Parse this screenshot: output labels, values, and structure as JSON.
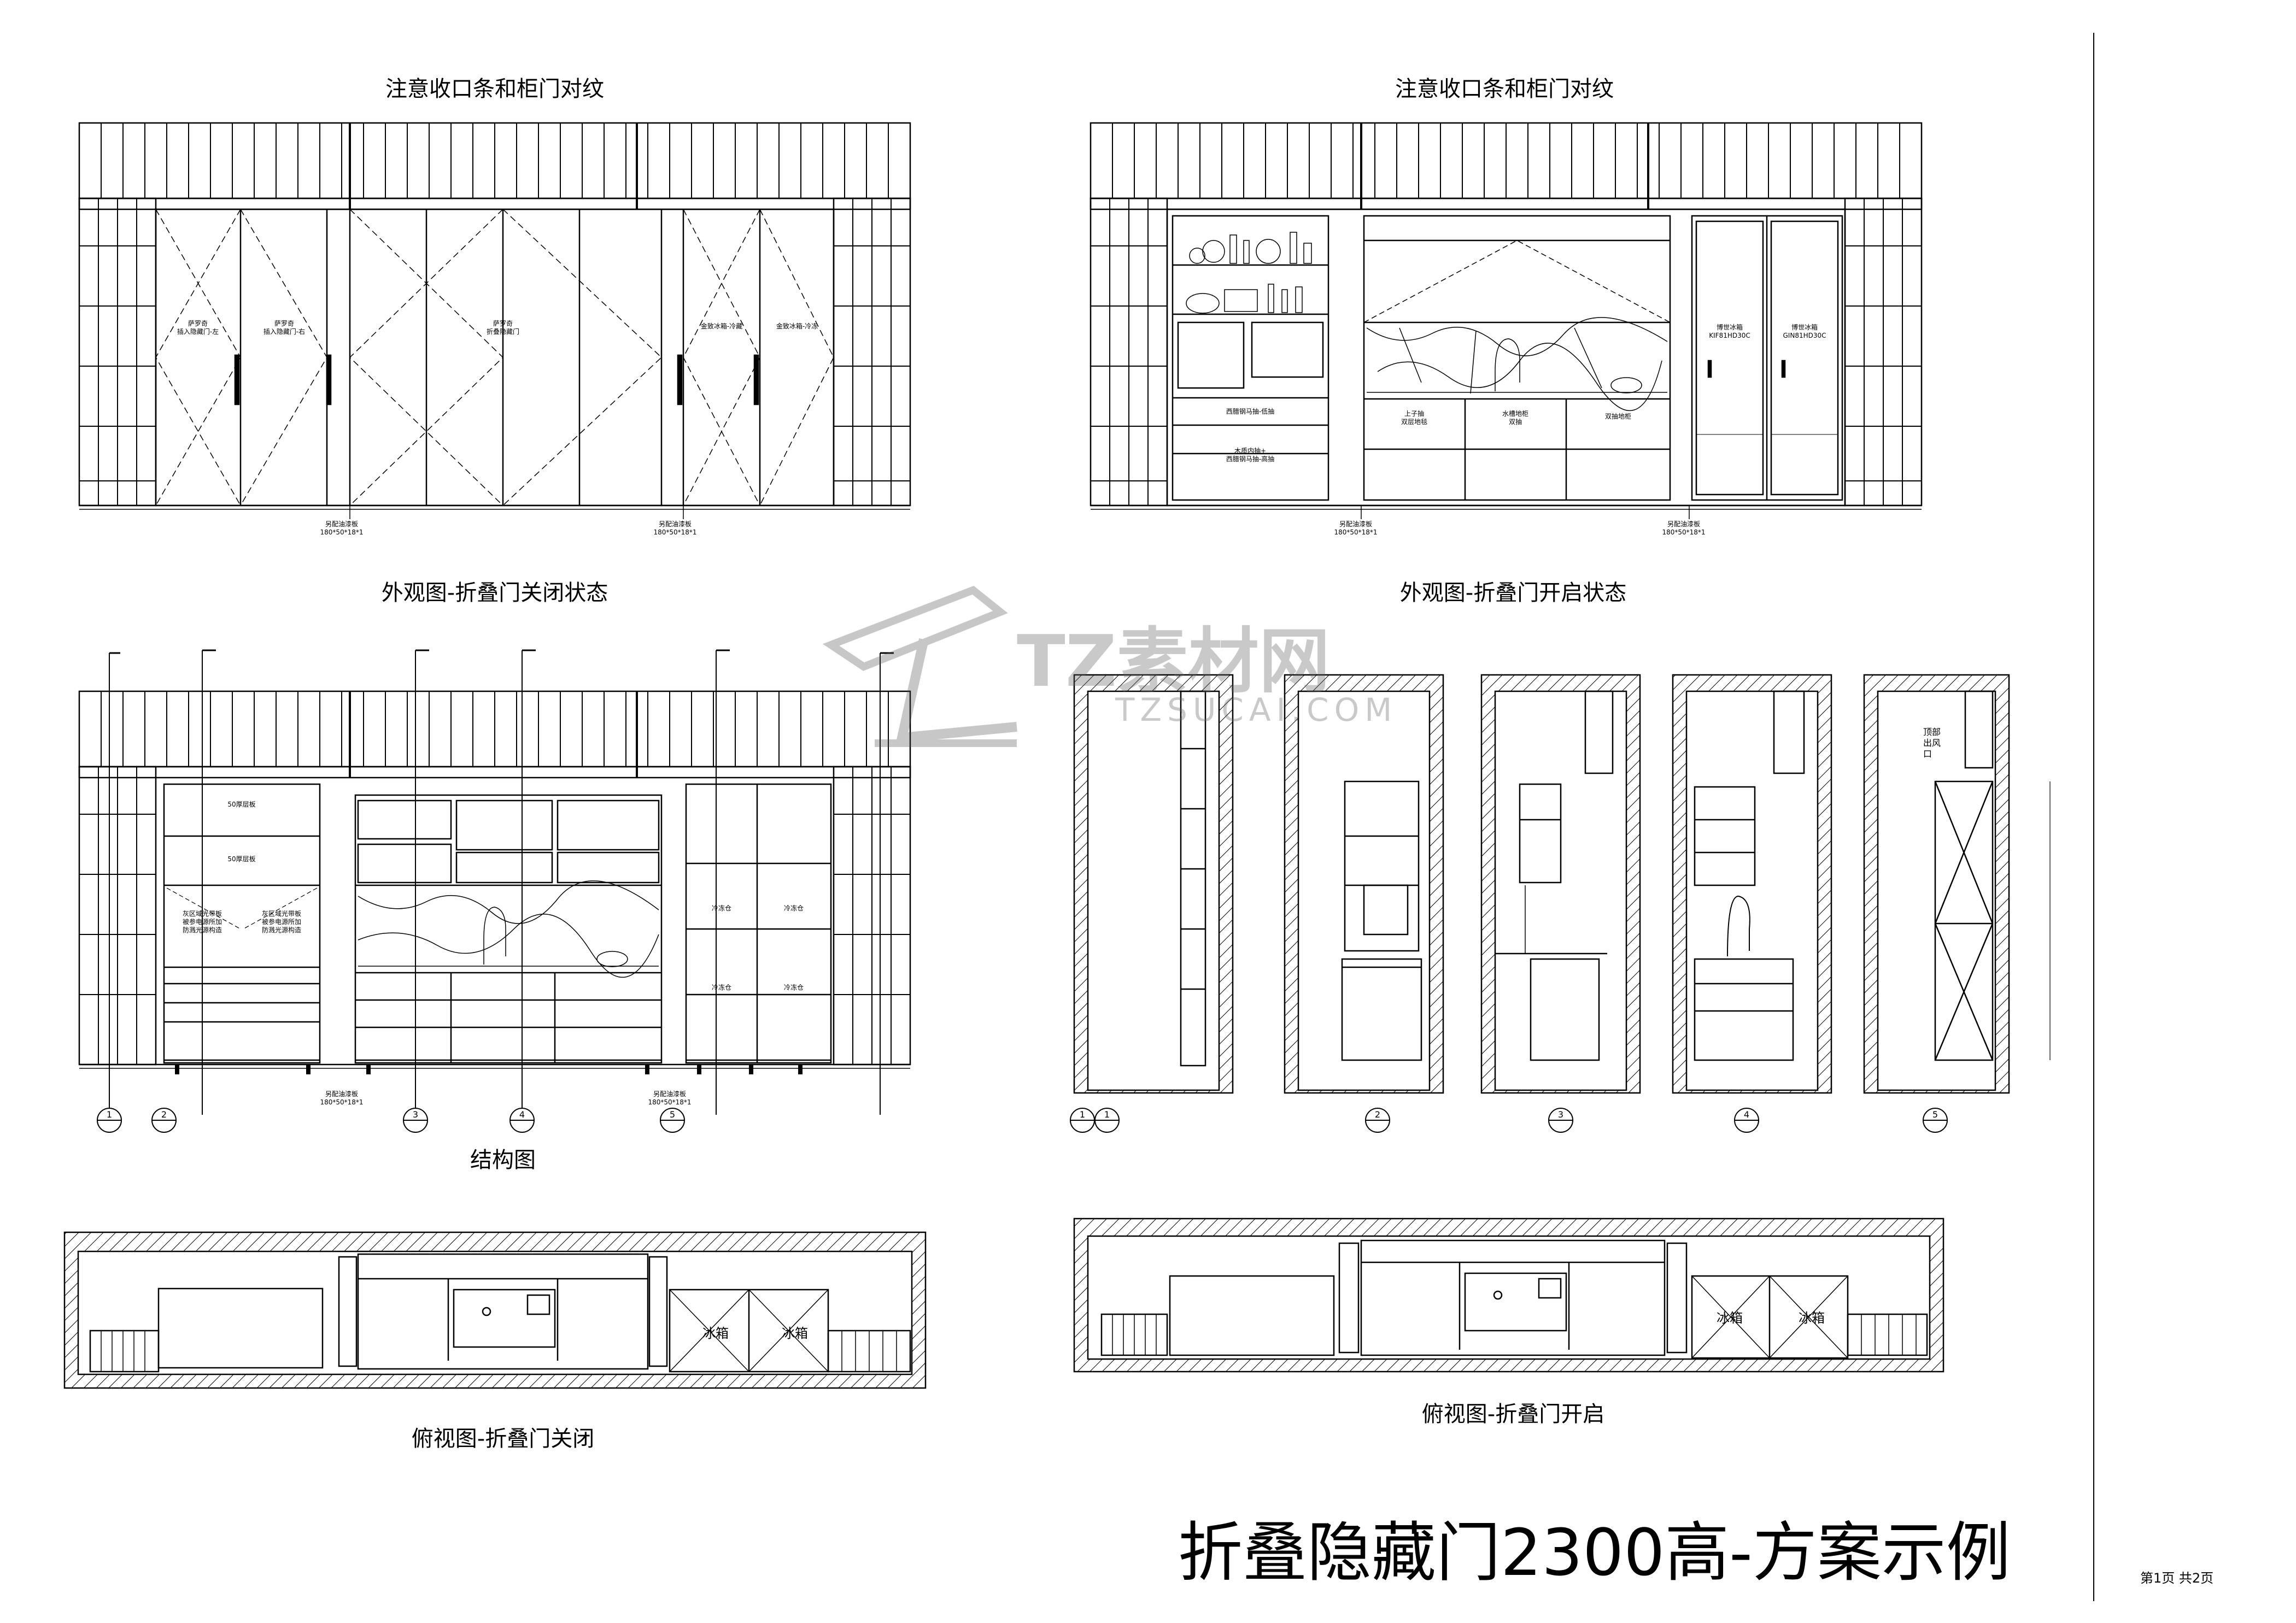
{
  "titles": {
    "note_left": "注意收口条和柜门对纹",
    "note_right": "注意收口条和柜门对纹",
    "closed_elev": "外观图-折叠门关闭状态",
    "open_elev": "外观图-折叠门开启状态",
    "structure": "结构图",
    "plan_closed": "俯视图-折叠门关闭",
    "plan_open": "俯视图-折叠门开启",
    "main": "折叠隐藏门2300高-方案示例",
    "page": "第1页 共2页"
  },
  "door_labels": {
    "left_door_left": [
      "萨罗奇",
      "插入隐藏门-左"
    ],
    "left_door_right": [
      "萨罗奇",
      "插入隐藏门-右"
    ],
    "middle_doors": [
      "萨罗奇",
      "折叠隐藏门"
    ],
    "fridge_left": [
      "金致冰箱-冷藏"
    ],
    "fridge_right": [
      "金致冰箱-冷冻"
    ]
  },
  "open_labels": {
    "drawer_a": "西腊钢马抽-低抽",
    "drawer_b": [
      "木质内抽+",
      "西腊钢马抽-高抽"
    ],
    "sink_a": [
      "上子抽",
      "双层地毯"
    ],
    "sink_b": [
      "水槽地柜",
      "双抽"
    ],
    "sink_c": "双抽地柜",
    "fridge_a": [
      "博世冰箱",
      "KIF81HD30C"
    ],
    "fridge_b": [
      "博世冰箱",
      "GIN81HD30C"
    ]
  },
  "strip_notes": [
    "另配油漆板",
    "180*50*18*1"
  ],
  "structure_labels": {
    "shelf1": "50厚层板",
    "shelf2": "50厚层板",
    "lamp_l": [
      "灰区域光带板",
      "被参电源所加",
      "防溅光源构造"
    ],
    "lamp_r": [
      "灰区域光带板",
      "被参电源所加",
      "防溅光源构造"
    ],
    "fridge_l1": "冷冻仓",
    "fridge_r1": "冷冻仓",
    "fridge_l2": "冷冻仓",
    "fridge_r2": "冷冻仓",
    "vent": [
      "顶部",
      "出风",
      "口"
    ]
  },
  "plan_labels": {
    "fridge1": "冰箱",
    "fridge2": "冰箱",
    "fridge3": "冰箱",
    "fridge4": "冰箱"
  },
  "section_markers": [
    "1",
    "2",
    "3",
    "4",
    "5"
  ],
  "watermark": {
    "brand": "TZ素材网",
    "url": "TZSUCAI.COM"
  }
}
